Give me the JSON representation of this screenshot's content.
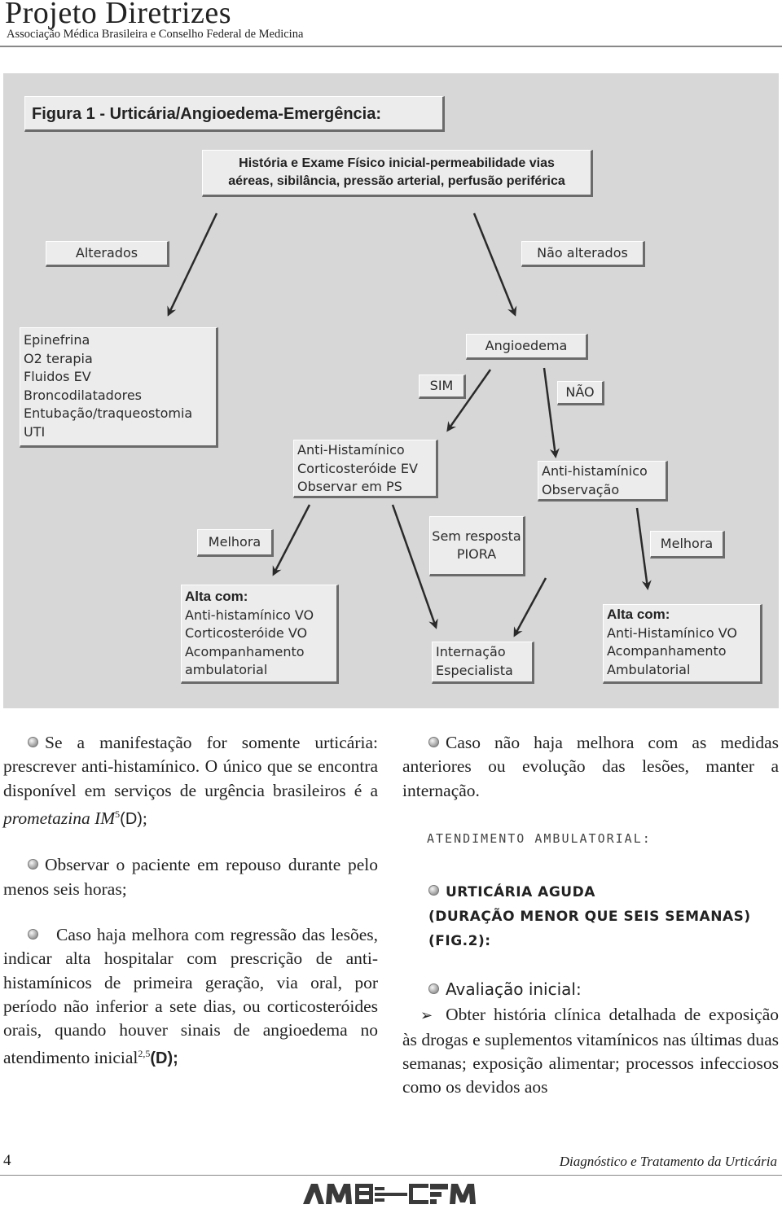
{
  "header": {
    "title": "Projeto Diretrizes",
    "subtitle": "Associação Médica Brasileira e Conselho Federal de Medicina"
  },
  "figure": {
    "title": "Figura 1 - Urticária/Angioedema-Emergência:",
    "top_box": [
      "História e Exame Físico inicial-permeabilidade vias",
      "aéreas, sibilância, pressão arterial, perfusão periférica"
    ],
    "alterados": "Alterados",
    "nao_alterados": "Não alterados",
    "epinefrina": [
      "Epinefrina",
      "O2 terapia",
      "Fluidos EV",
      "Broncodilatadores",
      "Entubação/traqueostomia",
      "UTI"
    ],
    "angioedema": "Angioedema",
    "sim": "SIM",
    "nao": "NÃO",
    "anti_ev": [
      "Anti-Histamínico",
      "Corticosteróide EV",
      "Observar em PS"
    ],
    "anti_obs": [
      "Anti-histamínico",
      "Observação"
    ],
    "melhora_left": "Melhora",
    "sem_resposta": [
      "Sem resposta",
      "PIORA"
    ],
    "melhora_right": "Melhora",
    "alta_left_title": "Alta com:",
    "alta_left": [
      "Anti-histamínico VO",
      "Corticosteróide VO",
      "Acompanhamento",
      "ambulatorial"
    ],
    "internacao": [
      "Internação",
      "Especialista"
    ],
    "alta_right_title": "Alta com:",
    "alta_right": [
      "Anti-Histamínico VO",
      "Acompanhamento",
      "Ambulatorial"
    ]
  },
  "left_col": {
    "p1_a": "Se a manifestação for somente urticária: prescrever anti-histamínico. O único que se encontra disponível em serviços de urgência brasileiros é a ",
    "p1_italic": "prometazina IM",
    "p1_sup": "5",
    "p1_grade": "(D)",
    "p1_end": ";",
    "p2": "Observar o paciente em repouso durante pelo menos seis horas;",
    "p3": "Caso haja melhora com regressão das lesões, indicar alta hospitalar com prescrição de anti-histamínicos de primeira geração, via oral, por período não inferior a sete dias, ou corticosteróides orais, quando houver sinais de angioedema no atendimento inicial",
    "p3_sup": "2,5",
    "p3_grade": "(D);"
  },
  "right_col": {
    "p1": "Caso não haja melhora com as medidas anteriores ou evolução das lesões, manter a internação.",
    "section": "ATENDIMENTO AMBULATORIAL:",
    "subhead1": "URTICÁRIA AGUDA",
    "subhead2": "(DURAÇÃO MENOR QUE SEIS SEMANAS)",
    "subhead3": "(FIG.2):",
    "aval": "Avaliação inicial:",
    "p2": "Obter história clínica detalhada de exposição às drogas e suplementos vitamínicos nas últimas duas semanas; exposição alimentar; processos infecciosos como os devidos aos"
  },
  "footer": {
    "page": "4",
    "title": "Diagnóstico e Tratamento da Urticária",
    "logo": "AMB CFM"
  }
}
